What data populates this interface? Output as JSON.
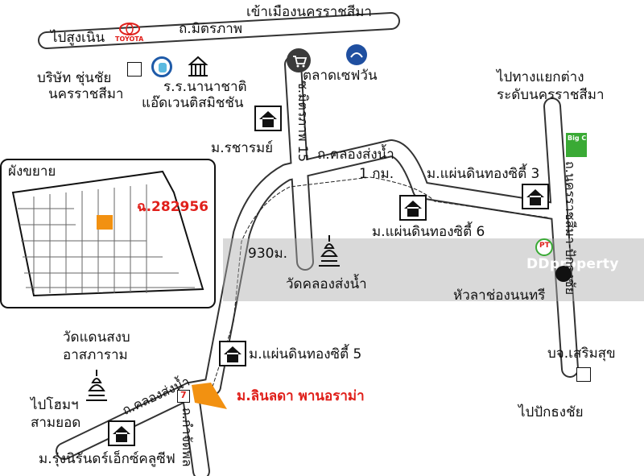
{
  "colors": {
    "road": "#ffffff",
    "road_edge": "#333333",
    "accent_red": "#e0201b",
    "project_orange": "#f29111",
    "plot_orange": "#f29111",
    "watermark_band": "#a9a9a9",
    "bigc_green": "#3aaa35"
  },
  "labels": {
    "to_sungnoen": "ไปสูงเนิน",
    "toyota": "TOYOTA",
    "rd_mittraphap": "ถ.มิตรภาพ",
    "to_city": "เข้าเมืองนครราชสีมา",
    "company_1": "บริษัท ชุ่นชัย",
    "company_2": "นครราชสีมา",
    "school_1": "ร.ร.นานาชาติ",
    "school_2": "แอ๊ดเวนติสมิชชัน",
    "market": "ตลาดเซฟวัน",
    "soi_mittraphap": "ซ.มิตรภาพ 15",
    "ring_1": "ไปทางแยกต่าง",
    "ring_2": "ระดับนครราชสีมา",
    "bigc": "Big C",
    "m_rachaarom": "ม.รชารมย์",
    "rd_khlong_1": "ถ.คลองส่งน้ำ",
    "km1": "1 กม.",
    "m_paendin3": "ม.แผ่นดินทองซิตี้ 3",
    "rd_ratchasima": "ถ.นครราชสีมา-ปักธงชัย",
    "inset_title": "ผังขยาย",
    "plot_no": "ฉ.282956",
    "m_paendin6": "ม.แผ่นดินทองซิตี้ 6",
    "dist_930": "930ม.",
    "wat_khlong": "วัดคลองส่งน้ำ",
    "ptt": "PT",
    "hualacha": "หัวลาช่องนนทรี",
    "watermark": "DDproperty",
    "wat_daensangop_1": "วัดแดนสงบ",
    "wat_daensangop_2": "อาสภาราม",
    "m_paendin5": "ม.แผ่นดินทองซิตี้ 5",
    "bc_soem": "บจ.เสริมสุข",
    "to_homepro_1": "ไปโฮมฯ",
    "to_homepro_2": "สามยอด",
    "rd_khlong_2": "ถ.คลองส่งน้ำ",
    "seven": "7",
    "project": "ม.ลินลดา พานอราม่า",
    "rd_kamphon": "ถ.กำจัดพล",
    "to_pakthongchai": "ไปปักธงชัย",
    "m_rungnirin": "ม.รุ่งนิรันดร์เอ็กซ์คลูซีฟ"
  },
  "icons": [
    "toyota-logo-icon",
    "company-box-icon",
    "seal-logo-icon",
    "school-building-icon",
    "shopping-cart-icon",
    "bank-logo-icon",
    "house-icon",
    "bigc-logo-icon",
    "temple-stupa-icon",
    "ptt-logo-icon",
    "seven-eleven-icon",
    "company-square-icon"
  ]
}
